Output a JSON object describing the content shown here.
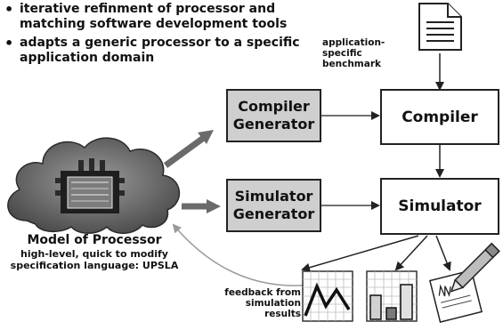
{
  "bullets": [
    "iterative refinment of processor and matching software development tools",
    "adapts a generic processor to a specific application domain"
  ],
  "boxes": {
    "compiler_generator": "Compiler Generator",
    "simulator_generator": "Simulator Generator",
    "compiler": "Compiler",
    "simulator": "Simulator"
  },
  "benchmark_label": "application-specific benchmark",
  "model": {
    "title": "Model of Processor",
    "subtitle_line1": "high-level, quick to modify",
    "subtitle_line2": "specification language: UPSLA"
  },
  "feedback_label": "feedback from simulation results",
  "icons": [
    "document-icon",
    "cloud-chip-icon",
    "line-chart-icon",
    "bar-chart-icon",
    "notepad-pencil-icon"
  ]
}
